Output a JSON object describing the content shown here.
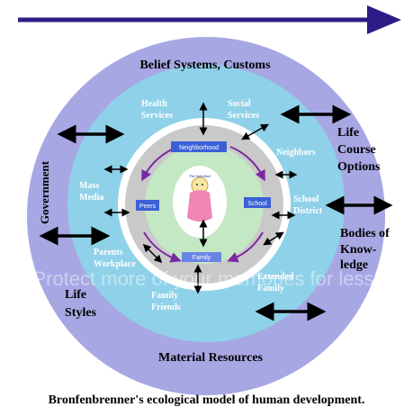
{
  "caption": "Bronfenbrenner's ecological model of human development.",
  "rings": {
    "macro": {
      "label_top": "Belief Systems, Customs",
      "label_bottom": "Material Resources",
      "color": "#a7a7e4"
    },
    "exo": {
      "color": "#8fd1e8"
    },
    "meso": {
      "color": "#ffffff"
    },
    "micro_gray": {
      "color": "#c9c9c9"
    },
    "micro_green": {
      "color": "#c3e8c3"
    },
    "center": {
      "color": "#ffffff"
    }
  },
  "colors": {
    "top_arrow": "#2e1c86",
    "purple_arrows": "#7a2aa0",
    "box": "#3b60d6",
    "box_text": "#ffffff",
    "dark_text": "#000000",
    "white_text": "#ffffff"
  },
  "outer_labels": {
    "government": "Government",
    "life_course": [
      "Life",
      "Course",
      "Options"
    ],
    "bodies": [
      "Bodies of",
      "Know-",
      "ledge"
    ],
    "life_styles": [
      "Life",
      "Styles"
    ]
  },
  "exo_labels": {
    "health": [
      "Health",
      "Services"
    ],
    "social": [
      "Social",
      "Services"
    ],
    "neighbors": "Neighbors",
    "mass_media": [
      "Mass",
      "Media"
    ],
    "school_district": [
      "School",
      "District"
    ],
    "parents_workplace": [
      "Parents",
      "Workplace"
    ],
    "extended_family": [
      "Extended",
      "Family"
    ],
    "family_friends": [
      "Family",
      "Friends"
    ]
  },
  "micro_boxes": {
    "neighborhood": "Neighborhood",
    "peers": "Peers",
    "school": "School",
    "family": "Family"
  },
  "center": {
    "title": "The Individual",
    "icon": "child-figure-icon"
  },
  "watermark": "Protect more of your memories for less!"
}
